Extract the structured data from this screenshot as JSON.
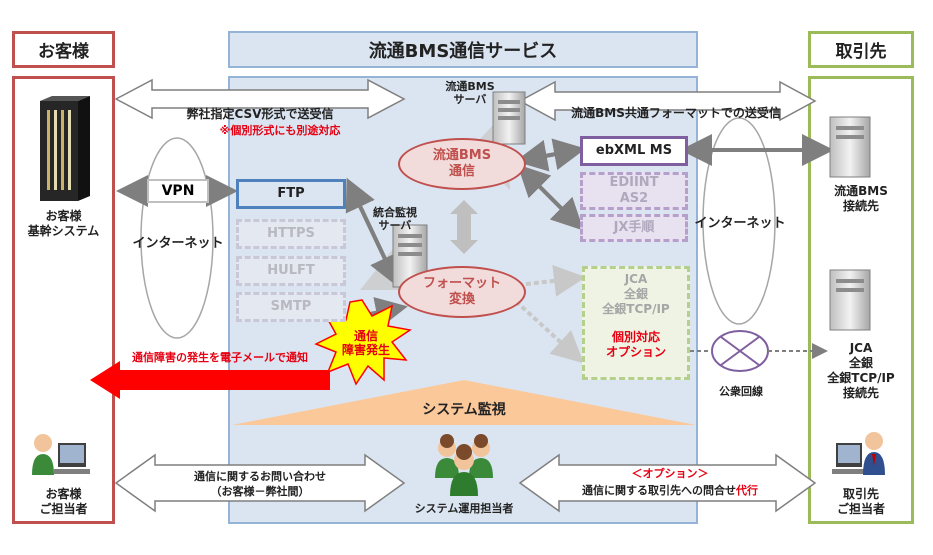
{
  "headers": {
    "customer": "お客様",
    "service": "流通BMS通信サービス",
    "partner": "取引先"
  },
  "customer": {
    "system": [
      "お客様",
      "基幹システム"
    ],
    "person": [
      "お客様",
      "ご担当者"
    ]
  },
  "partner": {
    "bms_dest": [
      "流通BMS",
      "接続先"
    ],
    "jca_dest": [
      "JCA",
      "全銀",
      "全銀TCP/IP",
      "接続先"
    ],
    "person": [
      "取引先",
      "ご担当者"
    ]
  },
  "arrows": {
    "left_top": "弊社指定CSV形式で送受信",
    "left_note": "※個別形式にも別途対応",
    "right_top": "流通BMS共通フォーマットでの送受信",
    "vpn": "VPN",
    "internet_left": "インターネット",
    "internet_right": "インターネット",
    "email_notice": "通信障害の発生を電子メールで通知",
    "inquiry_left": [
      "通信に関するお問い合わせ",
      "（お客様－弊社間）"
    ],
    "option_tag": "＜オプション＞",
    "inquiry_right_main": "通信に関する取引先への問合せ",
    "inquiry_right_emph": "代行",
    "public_line": "公衆回線"
  },
  "servers": {
    "bms_server": [
      "流通BMS",
      "サーバ"
    ],
    "monitor_server": [
      "統合監視",
      "サーバ"
    ]
  },
  "protocols": {
    "ftp": "FTP",
    "https": "HTTPS",
    "hulft": "HULFT",
    "smtp": "SMTP",
    "ebxml": "ebXML MS",
    "ediint": [
      "EDIINT",
      "AS2"
    ],
    "jx": "JX手順",
    "jca": [
      "JCA",
      "全銀",
      "全銀TCP/IP"
    ],
    "individual": [
      "個別対応",
      "オプション"
    ]
  },
  "processes": {
    "bms_comm": [
      "流通BMS",
      "通信"
    ],
    "format_conv": [
      "フォーマット",
      "変換"
    ]
  },
  "monitoring": {
    "failure": [
      "通信",
      "障害発生"
    ],
    "system_monitor": "システム監視",
    "operators": "システム運用担当者"
  },
  "colors": {
    "customer_border": "#c0504d",
    "service_fill": "#dbe5f1",
    "service_border": "#95b3d7",
    "partner_border": "#9bbb59",
    "ellipse_red": "#c0504d",
    "ebxml_border": "#7f5fa0",
    "jca_border": "#9bbb59",
    "alert": "#ff0000"
  }
}
